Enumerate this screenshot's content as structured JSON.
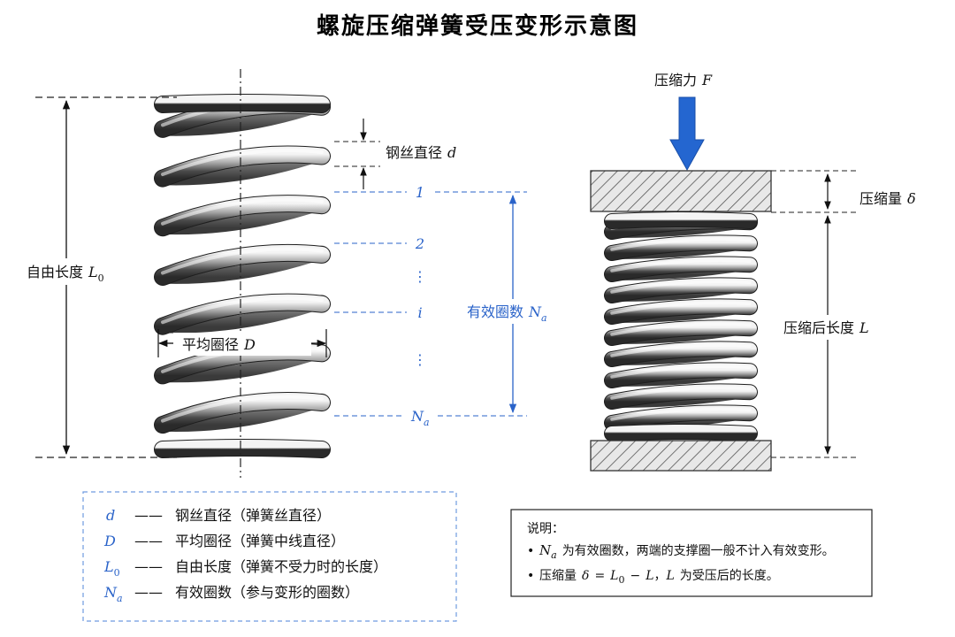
{
  "title": "螺旋压缩弹簧受压变形示意图",
  "left_labels": {
    "free_length": "自由长度",
    "free_length_sym": "L",
    "free_length_sub": "0",
    "wire_diameter": "钢丝直径",
    "wire_diameter_sym": "d",
    "mean_diameter": "平均圈径",
    "mean_diameter_sym": "D"
  },
  "coil_markers": {
    "m1": "1",
    "m2": "2",
    "mi": "i",
    "mn": "N",
    "mn_sub": "a",
    "dots": "⋮"
  },
  "active_coils": {
    "label": "有效圈数",
    "sym": "N",
    "sub": "a"
  },
  "right_labels": {
    "force": "压缩力",
    "force_sym": "F",
    "compression": "压缩量",
    "compression_sym": "δ",
    "compressed_length": "压缩后长度",
    "compressed_length_sym": "L"
  },
  "legend": [
    {
      "sym": "d",
      "sub": "",
      "dash": "——",
      "text": "钢丝直径（弹簧丝直径）"
    },
    {
      "sym": "D",
      "sub": "",
      "dash": "——",
      "text": "平均圈径（弹簧中线直径）"
    },
    {
      "sym": "L",
      "sub": "0",
      "dash": "——",
      "text": "自由长度（弹簧不受力时的长度）"
    },
    {
      "sym": "N",
      "sub": "a",
      "dash": "——",
      "text": "有效圈数（参与变形的圈数）"
    }
  ],
  "notes": {
    "heading": "说明：",
    "bullet": "•",
    "n1_sym": "N",
    "n1_sub": "a",
    "n1_text": "为有效圈数，两端的支撑圈一般不计入有效变形。",
    "n2_pre": "压缩量",
    "n2_delta": "δ",
    "n2_eq": "=",
    "n2_L": "L",
    "n2_sub": "0",
    "n2_minus": "−",
    "n2_L2": "L",
    "n2_comma": "，",
    "n2_L3": "L",
    "n2_text": "为受压后的长度。"
  },
  "colors": {
    "accent_blue": "#2a63c9",
    "hatch": "#666666",
    "spring_dark": "#3a3a3a",
    "spring_light": "#e6e6e6"
  }
}
